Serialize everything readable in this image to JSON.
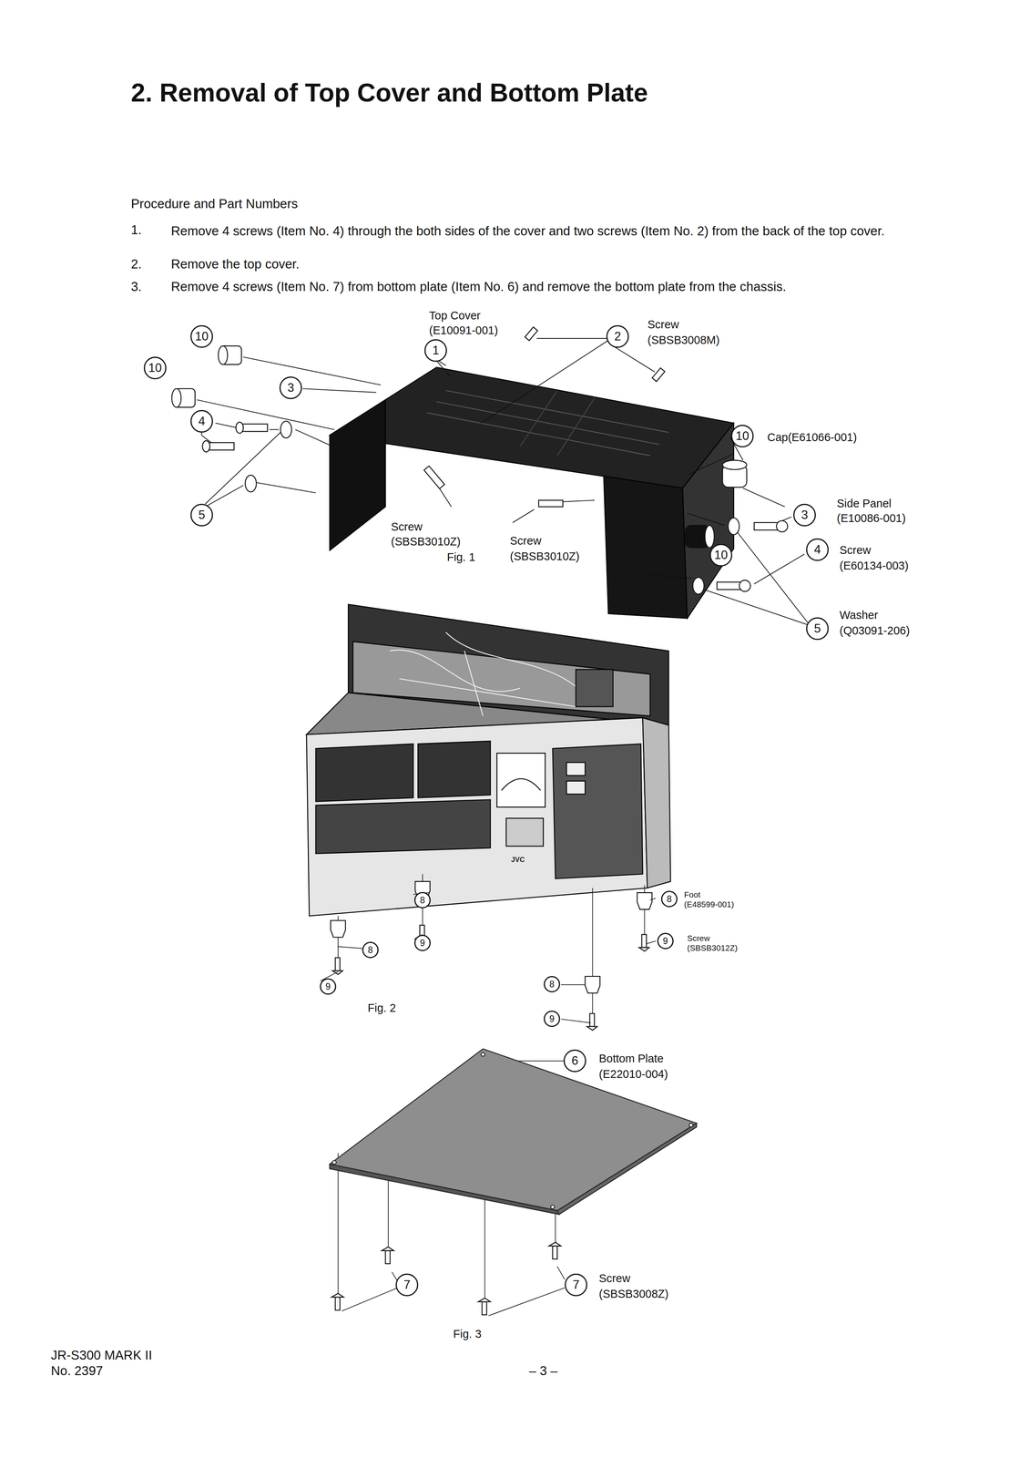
{
  "diagram": {
    "title": "2. Removal of Top Cover and Bottom Plate",
    "labels": [
      "Procedure and Part Numbers",
      "1.",
      "Remove 4 screws (Item No. 4) through the both sides of the cover and two screws (Item No. 2) from the back of the top cover.",
      "2.",
      "Remove the top cover.",
      "3.",
      "Remove 4 screws (Item No. 7) from bottom plate (Item No. 6) and remove the bottom plate from the chassis.",
      "Top Cover",
      "(E10091-001)",
      "1",
      "2",
      "Screw",
      "(SBSB3008M)",
      "10",
      "10",
      "3",
      "4",
      "5",
      "Screw",
      "(SBSB3010Z)",
      "Fig. 1",
      "Screw",
      "(SBSB3010Z)",
      "10",
      "Cap(E61066-001)",
      "Side Panel",
      "(E10086-001)",
      "3",
      "4",
      "Screw",
      "(E60134-003)",
      "10",
      "Washer",
      "(Q03091-206)",
      "5",
      "JVC",
      "8",
      "9",
      "8",
      "9",
      "8",
      "Foot",
      "(E48599-001)",
      "9",
      "Screw",
      "(SBSB3012Z)",
      "Fig. 2",
      "8",
      "9",
      "6",
      "Bottom Plate",
      "(E22010-004)",
      "7",
      "7",
      "Screw",
      "(SBSB3008Z)",
      "Fig. 3",
      "JR-S300 MARK II",
      "No. 2397",
      "– 3 –"
    ]
  }
}
